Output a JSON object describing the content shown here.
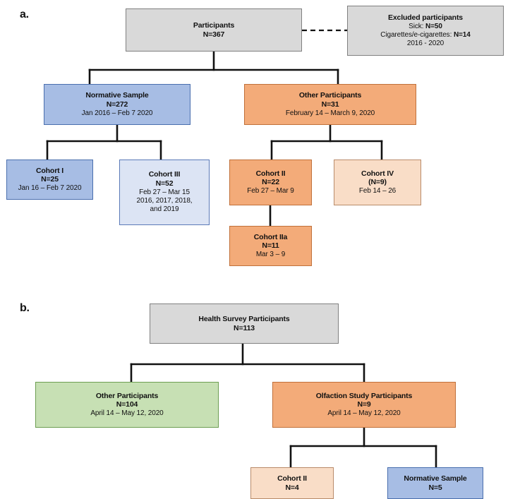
{
  "figure": {
    "panels": [
      {
        "id": "a",
        "label": "a."
      },
      {
        "id": "b",
        "label": "b."
      }
    ]
  },
  "panel_a": {
    "participants": {
      "title": "Participants",
      "n": "N=367"
    },
    "excluded": {
      "title": "Excluded participants",
      "line_sick_label": "Sick: ",
      "line_sick_value": "N=50",
      "line_cig_label": "Cigarettes/e-cigarettes: ",
      "line_cig_value": "N=14",
      "dates": "2016 - 2020"
    },
    "normative_sample": {
      "title": "Normative Sample",
      "n": "N=272",
      "dates": "Jan 2016 – Feb 7 2020"
    },
    "other_participants": {
      "title": "Other Participants",
      "n": "N=31",
      "dates": "February 14 – March 9, 2020"
    },
    "cohort_i": {
      "title": "Cohort I",
      "n": "N=25",
      "dates": "Jan 16 – Feb 7 2020"
    },
    "cohort_iii": {
      "title": "Cohort III",
      "n": "N=52",
      "dates_1": "Feb 27 – Mar 15",
      "dates_2": "2016, 2017, 2018,",
      "dates_3": "and 2019"
    },
    "cohort_ii": {
      "title": "Cohort II",
      "n": "N=22",
      "dates": "Feb 27 – Mar 9"
    },
    "cohort_iv": {
      "title": "Cohort IV",
      "n": "(N=9)",
      "dates": "Feb 14 – 26"
    },
    "cohort_iia": {
      "title": "Cohort IIa",
      "n": "N=11",
      "dates": "Mar 3 – 9"
    }
  },
  "panel_b": {
    "health_survey": {
      "title": "Health Survey Participants",
      "n": "N=113"
    },
    "other_participants": {
      "title": "Other Participants",
      "n": "N=104",
      "dates": "April 14  – May 12, 2020"
    },
    "olfaction_study": {
      "title": "Olfaction Study Participants",
      "n": "N=9",
      "dates": "April 14  – May 12, 2020"
    },
    "cohort_ii": {
      "title": "Cohort II",
      "n": "N=4"
    },
    "normative_sample": {
      "title": "Normative Sample",
      "n": "N=5"
    }
  },
  "colors": {
    "grey_fill": "#d9d9d9",
    "grey_border": "#808080",
    "blue_fill": "#a7bde4",
    "blue_border": "#4a6fae",
    "light_blue_fill": "#dce4f4",
    "orange_fill": "#f3ab79",
    "orange_border": "#c0703a",
    "light_orange_fill": "#f9ddc7",
    "green_fill": "#c7e0b4",
    "green_border": "#6d9e52",
    "connector": "#111111"
  }
}
